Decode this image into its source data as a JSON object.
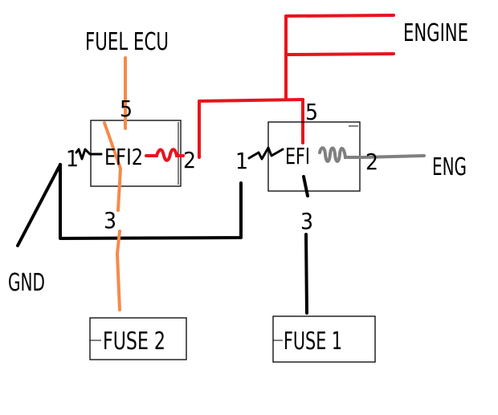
{
  "labels": {
    "fuel_ecu": "FUEL ECU",
    "engine": "ENGINE",
    "eng": "ENG",
    "gnd": "GND"
  },
  "relays": [
    {
      "name": "EFI2",
      "pins": {
        "left": "1",
        "right": "2",
        "top": "5",
        "bottom": "3"
      }
    },
    {
      "name": "EFI",
      "pins": {
        "left": "1",
        "right": "2",
        "top": "5",
        "bottom": "3"
      }
    }
  ],
  "fuses": [
    {
      "label": "FUSE 2"
    },
    {
      "label": "FUSE 1"
    }
  ],
  "colors": {
    "red_wire": "#e8141c",
    "orange_wire": "#f58a4b",
    "black_wire": "#000000",
    "gray_wire": "#808080",
    "box_border": "#000000"
  }
}
